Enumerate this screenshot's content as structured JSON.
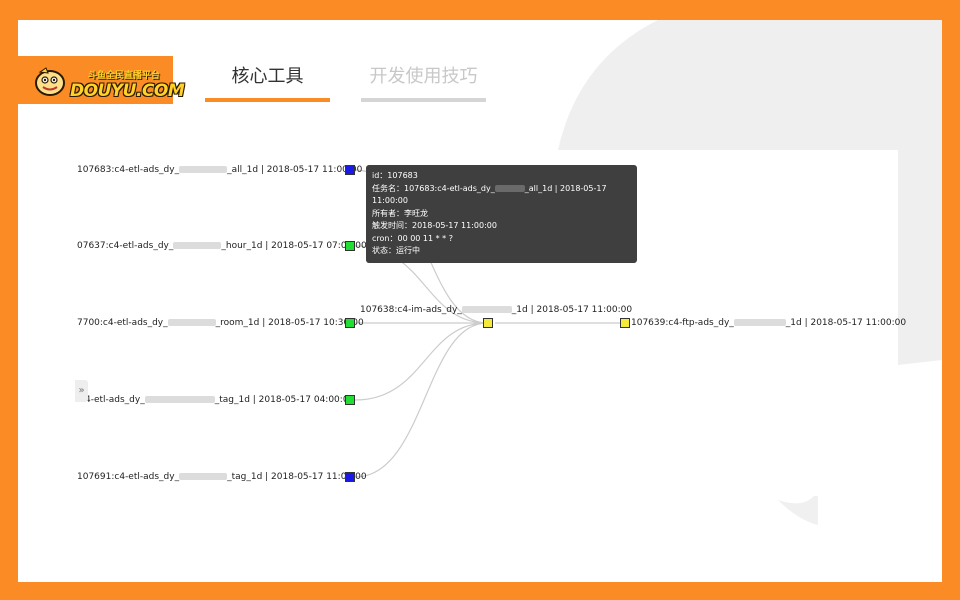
{
  "logo": {
    "text": "DOUYU.COM",
    "sub": "斗鱼全民直播平台"
  },
  "tabs": [
    {
      "label": "核心工具",
      "active": true
    },
    {
      "label": "开发使用技巧",
      "active": false
    }
  ],
  "colors": {
    "brand_orange": "#fb8c25",
    "node_blue": "#1a1ae6",
    "node_green": "#22dd33",
    "node_yellow": "#f3ea3a"
  },
  "graph": {
    "nodes": [
      {
        "prefix": "107683:c4-etl-ads_dy_",
        "suffix": "_all_1d | 2018-05-17 11:00:00",
        "color": "blue"
      },
      {
        "prefix": "07637:c4-etl-ads_dy_",
        "suffix": "_hour_1d | 2018-05-17 07:00:00",
        "color": "green"
      },
      {
        "prefix": "7700:c4-etl-ads_dy_",
        "suffix": "_room_1d | 2018-05-17 10:30:00",
        "color": "green"
      },
      {
        "prefix": ":c4-etl-ads_dy_",
        "suffix": "_tag_1d | 2018-05-17 04:00:00",
        "color": "green"
      },
      {
        "prefix": "107691:c4-etl-ads_dy_",
        "suffix": "_tag_1d | 2018-05-17 11:00:00",
        "color": "blue"
      }
    ],
    "middle": {
      "prefix": "107638:c4-im-ads_dy_",
      "suffix": "_1d | 2018-05-17 11:00:00",
      "color": "yellow"
    },
    "target": {
      "prefix": "107639:c4-ftp-ads_dy_",
      "suffix": "_1d | 2018-05-17 11:00:00",
      "color": "yellow"
    },
    "expand_icon": "»"
  },
  "tooltip": {
    "id_line": "id：107683",
    "name_line_prefix": "任务名：107683:c4-etl-ads_dy_",
    "name_line_suffix": "_all_1d | 2018-05-17",
    "name_line_cont": "11:00:00",
    "owner_line": "所有者：李旺龙",
    "trigger_line": "触发时间：2018-05-17 11:00:00",
    "cron_line": "cron：00 00 11 * * ?",
    "status_line": "状态：运行中"
  }
}
